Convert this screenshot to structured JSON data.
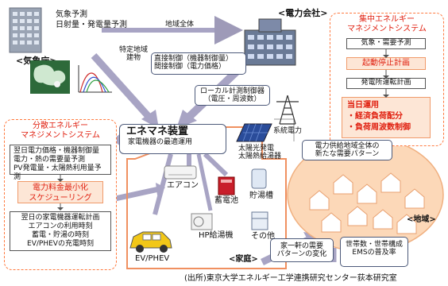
{
  "meteorology": {
    "lines": [
      "気象予測",
      "日射量・発電量予測"
    ],
    "agency": "<気象庁>"
  },
  "power_company": {
    "title": "<電力会社>",
    "scope": "地域全体"
  },
  "central_ems": {
    "title_lines": [
      "集中エネルギー",
      "マネジメントシステム"
    ],
    "forecast": "気象・需要予測",
    "startstop": "起動停止計画",
    "generation": "発電所運転計画",
    "sameday_lines": [
      "当日運用",
      "・経済負荷配分",
      "・負荷周波数制御"
    ]
  },
  "specific_building": [
    "特定地域",
    "建物"
  ],
  "control_box": {
    "lines": [
      "直接制御（機器制御量）",
      "間接制御（電力価格）"
    ]
  },
  "local_control": {
    "lines": [
      "ローカル計測制御器",
      "（電圧・周波数）"
    ]
  },
  "grid_power": "系統電力",
  "distributed_ems": {
    "title_lines": [
      "分散エネルギー",
      "マネジメントシステム"
    ],
    "forecast_lines": [
      "翌日電力価格・機器制御量",
      "電力・熱の需要量予測",
      "PV発電量・太陽熱利用量予測"
    ],
    "scheduling_lines": [
      "電力料金最小化",
      "スケジューリング"
    ],
    "plan_lines": [
      "翌日の家電機器運転計画",
      "エアコンの利用時刻",
      "蓄電・貯湯の時刻",
      "EV/PHEVの充電時刻"
    ]
  },
  "enemane": {
    "title": "エネマネ装置",
    "subtitle": "家電機器の最適運用"
  },
  "solar": [
    "太陽光発電",
    "太陽熱給湯器"
  ],
  "appliances": {
    "aircon": "エアコン",
    "battery": "蓄電池",
    "tank": "貯湯槽",
    "hp": [
      "HP給湯機"
    ],
    "other": "その他",
    "ev": "EV/PHEV"
  },
  "home_label": "<家庭>",
  "region": {
    "label": "<地域>",
    "pattern_lines": [
      "電力供給地域全体の",
      "新たな需要パターン"
    ],
    "house_change_lines": [
      "家一軒の需要",
      "パターンの変化"
    ],
    "households_lines": [
      "世帯数・世帯構成",
      "EMSの普及率"
    ]
  },
  "source": "(出所)東京大学エネルギー工学連携研究センター荻本研究室"
}
